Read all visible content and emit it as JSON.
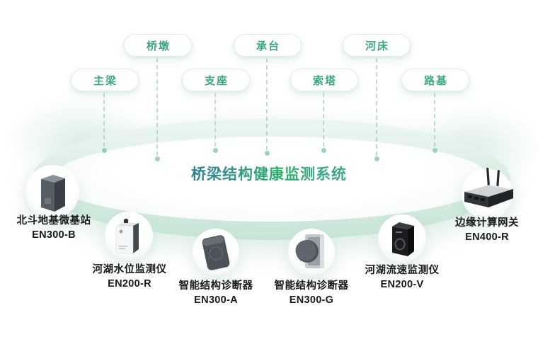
{
  "title": "桥梁结构健康监测系统",
  "colors": {
    "pill_text": "#3aa87c",
    "pill_border": "#dff0e7",
    "dash_line": "#89c4a7",
    "title_gradient": [
      "#2f7e93",
      "#2ab266",
      "#3ea98c"
    ],
    "ring_fill": "#c7e5d6",
    "label_text": "#16191e"
  },
  "pills": [
    {
      "label": "桥墩"
    },
    {
      "label": "承台"
    },
    {
      "label": "河床"
    },
    {
      "label": "主梁"
    },
    {
      "label": "支座"
    },
    {
      "label": "索塔"
    },
    {
      "label": "路基"
    }
  ],
  "devices": [
    {
      "name": "北斗地基微基站",
      "model": "EN300-B"
    },
    {
      "name": "河湖水位监测仪",
      "model": "EN200-R"
    },
    {
      "name": "智能结构诊断器",
      "model": "EN300-A"
    },
    {
      "name": "智能结构诊断器",
      "model": "EN300-G"
    },
    {
      "name": "河湖流速监测仪",
      "model": "EN200-V"
    },
    {
      "name": "边缘计算网关",
      "model": "EN400-R"
    }
  ]
}
